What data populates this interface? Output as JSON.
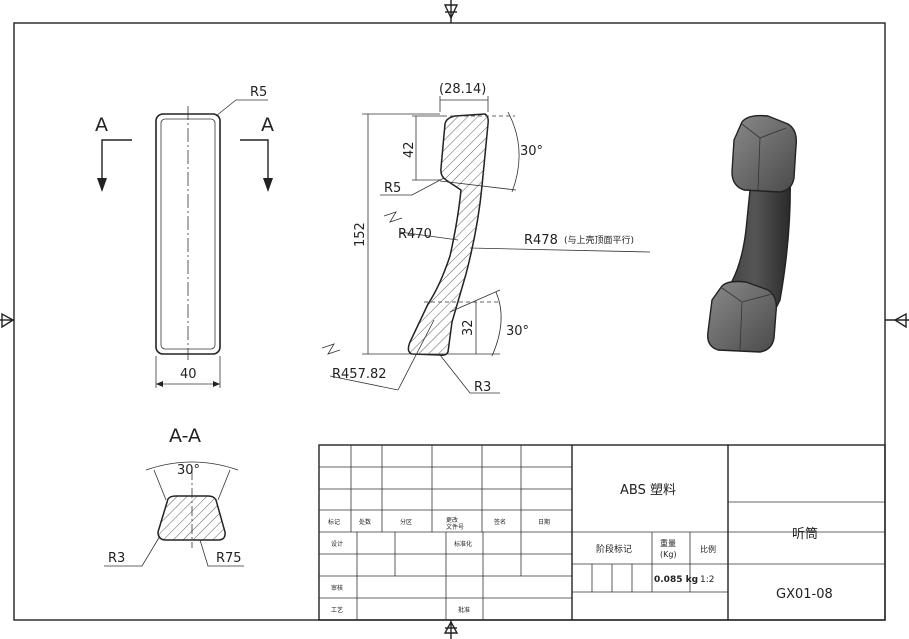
{
  "views": {
    "front": {
      "radius": "R5",
      "width": "40",
      "section_left": "A",
      "section_right": "A"
    },
    "side": {
      "top_width": "(28.14)",
      "top_height": "42",
      "top_angle": "30°",
      "top_radius": "R5",
      "overall_height": "152",
      "inner_radius": "R470",
      "outer_radius": "R478",
      "outer_radius_note": "(与上壳顶面平行)",
      "bottom_height": "32",
      "bottom_angle": "30°",
      "bottom_outer_radius": "R457.82",
      "bottom_radius": "R3"
    },
    "section": {
      "title": "A-A",
      "angle": "30°",
      "radius_small": "R3",
      "radius_large": "R75"
    }
  },
  "title_block": {
    "material": "ABS 塑料",
    "part_name": "听筒",
    "drawing_number": "GX01-08",
    "revision_headers": [
      "标记",
      "处数",
      "分区",
      "更改\n文件号",
      "签名",
      "日期"
    ],
    "design_label": "设计",
    "standardization_label": "标准化",
    "check_label": "审核",
    "process_label": "工艺",
    "approve_label": "批准",
    "stage_label": "阶段标记",
    "weight_label": "重量",
    "weight_unit": "(Kg)",
    "scale_label": "比例",
    "weight_value": "0.085 kg",
    "scale_value": "1:2"
  }
}
